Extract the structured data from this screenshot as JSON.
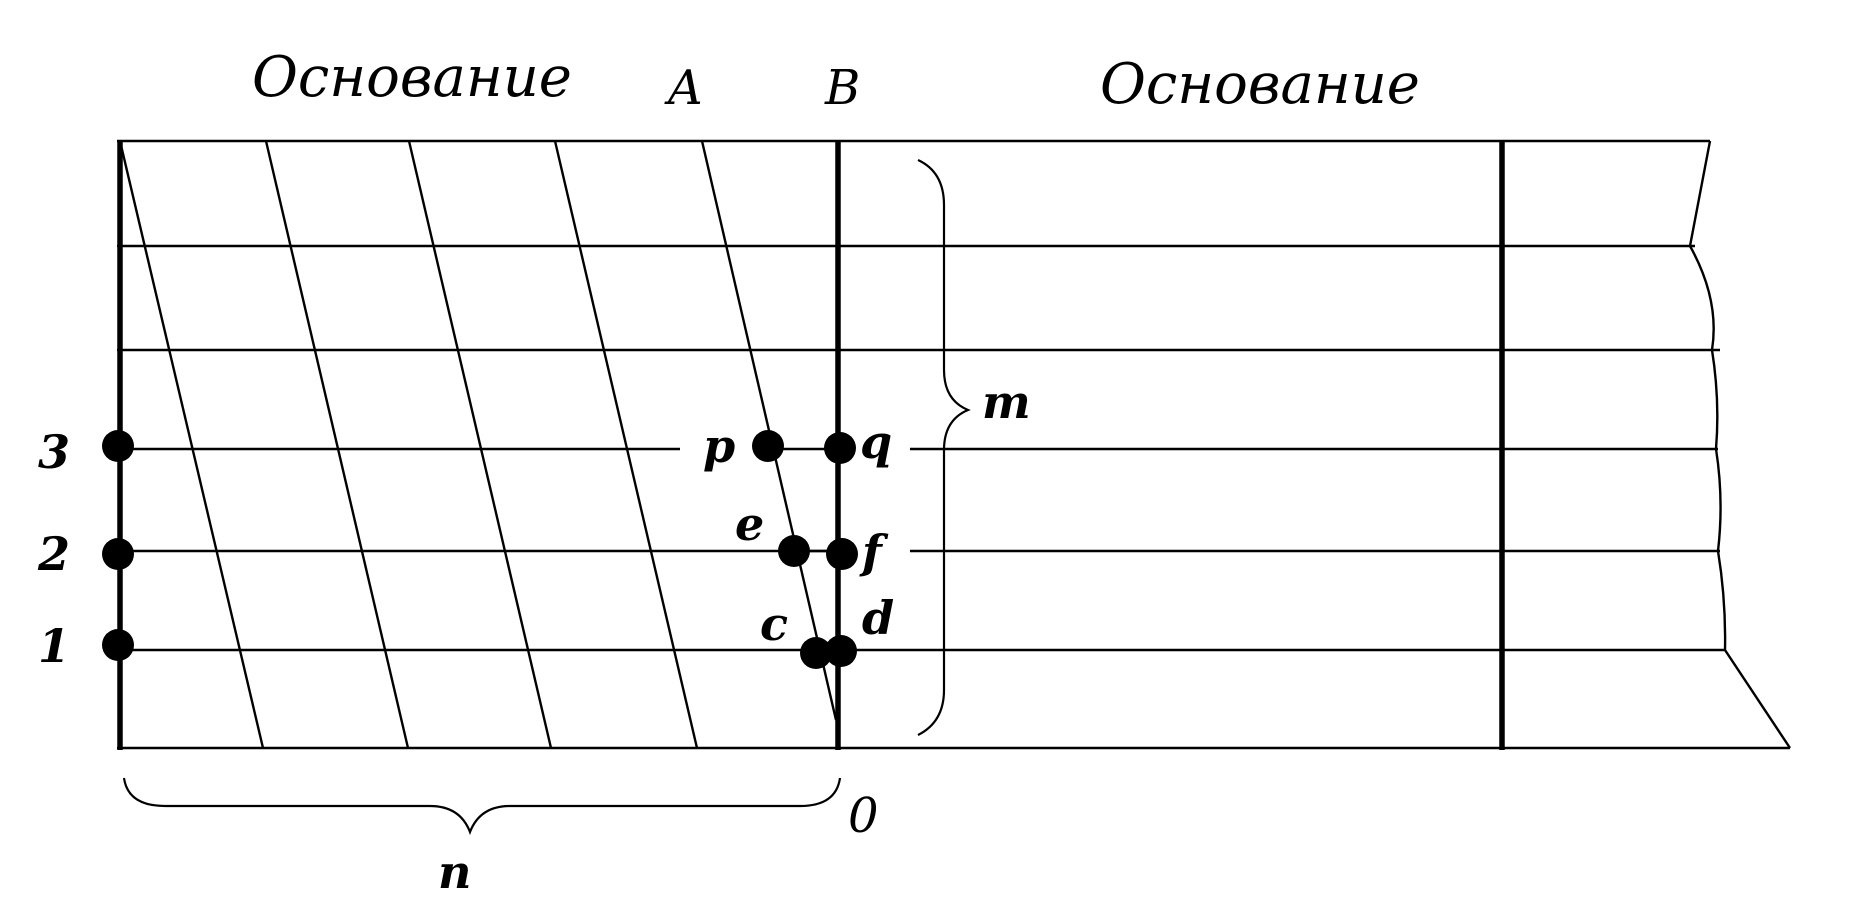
{
  "titles": {
    "left": "Основание",
    "right": "Основание"
  },
  "column_labels": {
    "a": "A",
    "b": "B"
  },
  "point_labels": {
    "p": "p",
    "q": "q",
    "e": "e",
    "f": "f",
    "c": "c",
    "d": "d",
    "n1": "1",
    "n2": "2",
    "n3": "3",
    "zero": "0"
  },
  "dimension_labels": {
    "m": "m",
    "n": "n"
  },
  "colors": {
    "ink": "#000000",
    "background": "#ffffff"
  }
}
